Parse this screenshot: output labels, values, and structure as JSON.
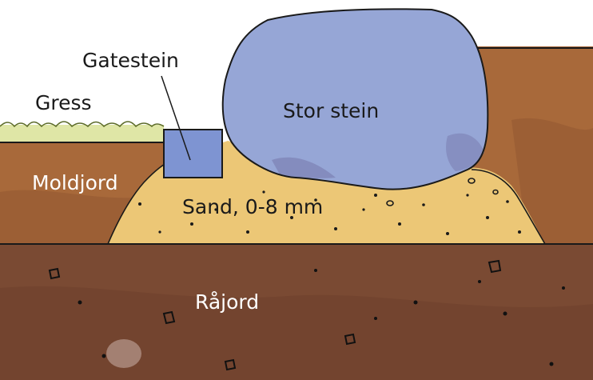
{
  "labels": {
    "gatestein": "Gatestein",
    "gress": "Gress",
    "stor_stein": "Stor stein",
    "moldjord": "Moldjord",
    "sand": "Sand, 0-8 mm",
    "rajord": "Råjord"
  },
  "colors": {
    "sky": "#ffffff",
    "grass": "#dfe6a6",
    "topsoil": "#a8693a",
    "topsoil_dark": "#8f5530",
    "sand": "#ecc776",
    "subsoil": "#7a4a33",
    "subsoil_dark": "#6a3e2b",
    "big_stone": "#96a6d6",
    "big_stone_shade": "#7f86b8",
    "paver": "#7e94d2",
    "outline": "#1a1a1a"
  }
}
